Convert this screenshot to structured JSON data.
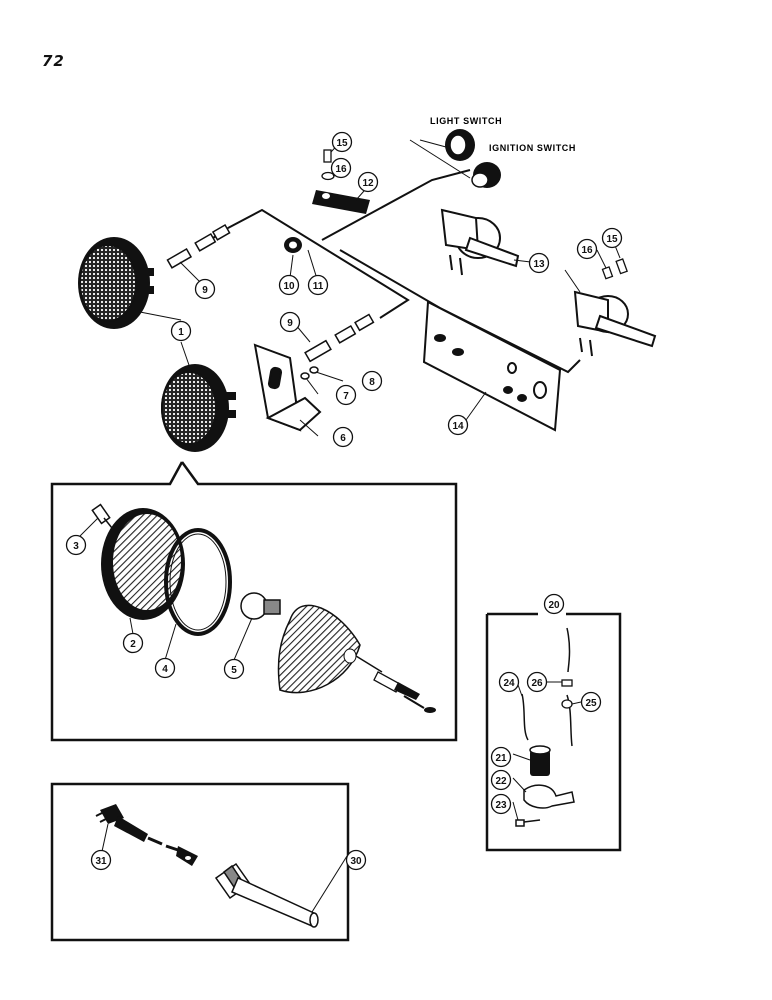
{
  "page": {
    "number": "72"
  },
  "switch_labels": {
    "light_switch": "LIGHT SWITCH",
    "ignition_switch": "IGNITION SWITCH"
  },
  "callouts": {
    "c1": "1",
    "c2": "2",
    "c3": "3",
    "c4": "4",
    "c5": "5",
    "c6": "6",
    "c7": "7",
    "c8": "8",
    "c9a": "9",
    "c9b": "9",
    "c10": "10",
    "c11": "11",
    "c12": "12",
    "c13": "13",
    "c14": "14",
    "c15a": "15",
    "c15b": "15",
    "c16a": "16",
    "c16b": "16",
    "c20": "20",
    "c21": "21",
    "c22": "22",
    "c23": "23",
    "c24": "24",
    "c25": "25",
    "c26": "26",
    "c30": "30",
    "c31": "31"
  }
}
